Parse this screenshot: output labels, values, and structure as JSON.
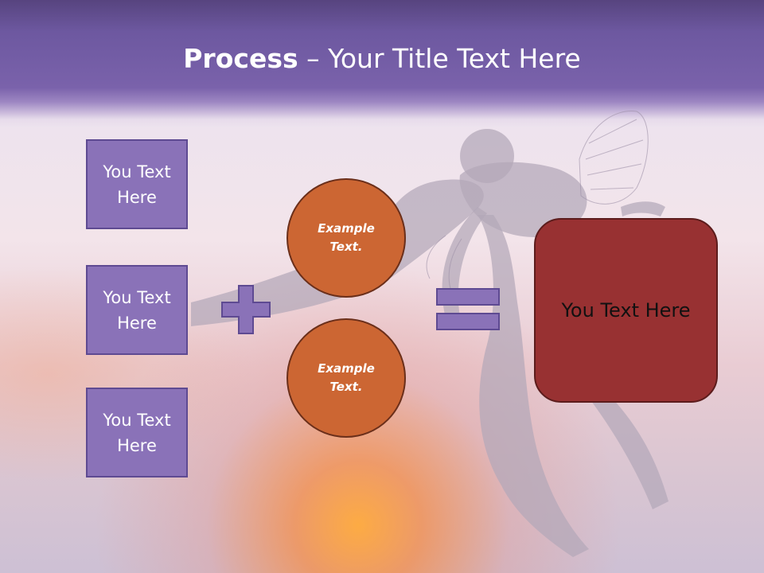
{
  "slide": {
    "title_bold": "Process",
    "title_rest": " – Your Title Text Here"
  },
  "inputs": [
    {
      "label": "You Text Here"
    },
    {
      "label": "You Text Here"
    },
    {
      "label": "You Text Here"
    }
  ],
  "examples": [
    {
      "label": "Example Text."
    },
    {
      "label": "Example Text."
    }
  ],
  "result": {
    "label": "You Text Here"
  },
  "colors": {
    "header": "#7a62ab",
    "input_box": "#8a72b8",
    "example_circle": "#cc6633",
    "result_box": "#983132",
    "operator": "#8a72b8"
  }
}
